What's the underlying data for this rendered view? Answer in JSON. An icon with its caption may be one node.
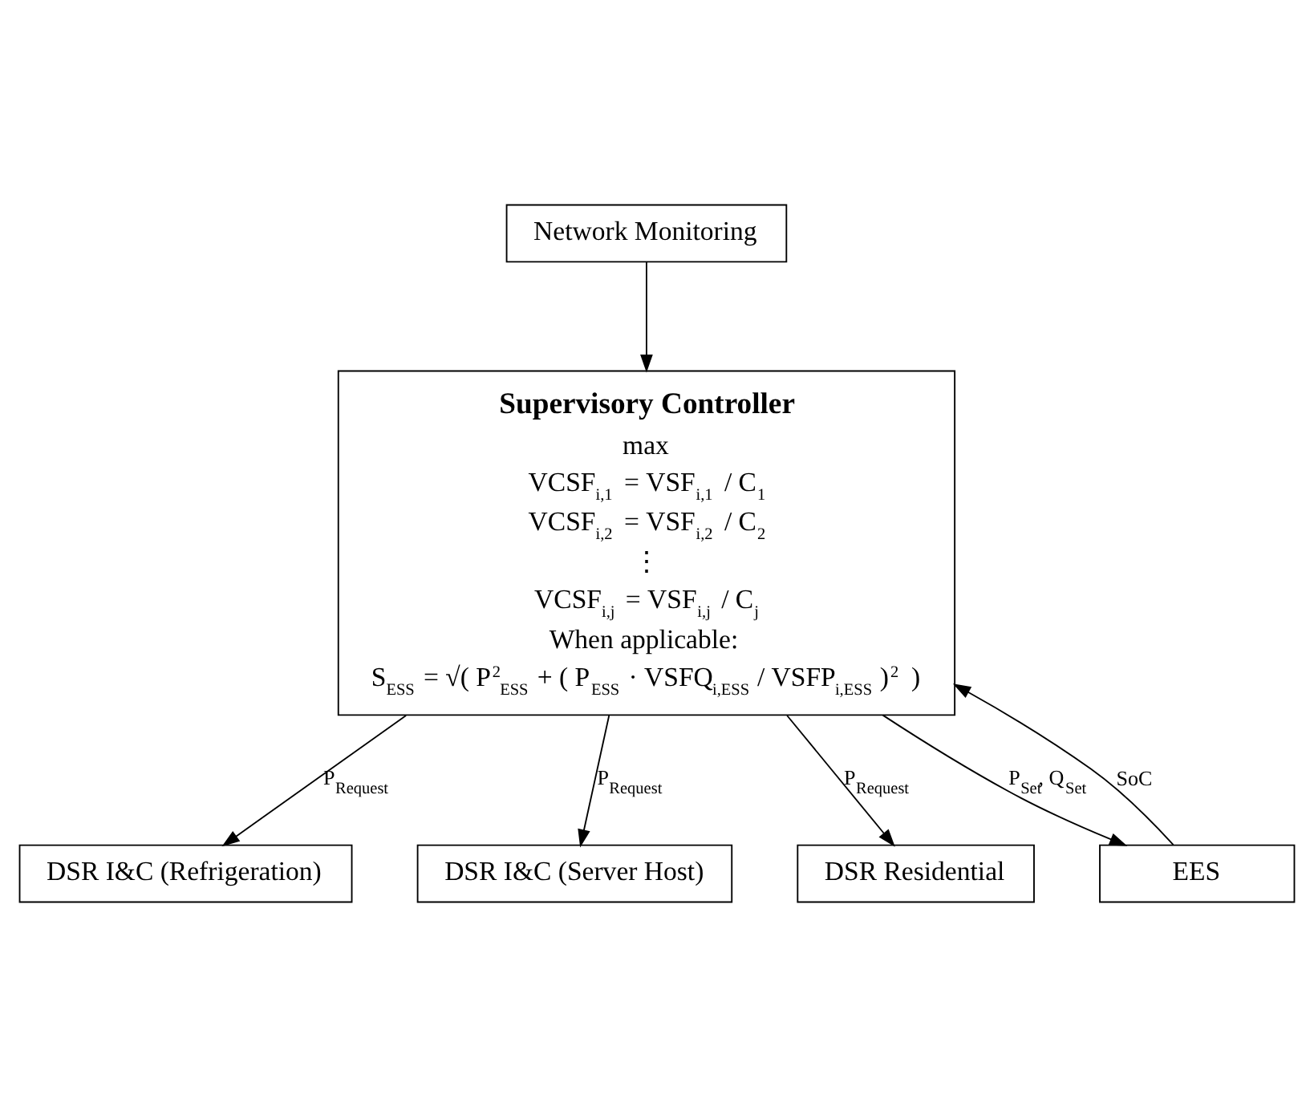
{
  "diagram": {
    "nodes": [
      {
        "text": [
          "Network Monitoring"
        ]
      },
      {
        "text": [
          "Supervisory Controller",
          "max",
          "VCSF$_{i,1}$ = VSF$_{i,1}$ / C$_{1}$",
          "VCSF$_{i,2}$ = VSF$_{i,2}$ / C$_{2}$",
          "⋮",
          "VCSF$_{i,j}$ = VSF$_{i,j}$ / C$_{j}$",
          "When applicable:",
          "S$_{ESS}$ = √( P$^{2}$$_{ESS}$ + ( P$_{ESS}$ · VSFQ$_{i,ESS}$ / VSFP$_{i,ESS}$ )$^{2}$ )"
        ]
      },
      {
        "text": [
          "DSR I&C (Refrigeration)"
        ]
      },
      {
        "text": [
          "DSR I&C (Server Host)"
        ]
      },
      {
        "text": [
          "DSR Residential"
        ]
      },
      {
        "text": [
          "EES"
        ]
      }
    ],
    "edges": [
      {
        "from": 0,
        "to": 1,
        "arrow": "to"
      },
      {
        "from": 1,
        "to": 2,
        "arrow": "to",
        "label": "P$_{Request}$"
      },
      {
        "from": 1,
        "to": 3,
        "arrow": "to",
        "label": "P$_{Request}$"
      },
      {
        "from": 1,
        "to": 4,
        "arrow": "to",
        "label": "P$_{Request}$"
      },
      {
        "from": 5,
        "to": 1,
        "arrow": "to",
        "label": "SoC"
      },
      {
        "from": 1,
        "to": 5,
        "arrow": "to",
        "label": "P$_{Set}$, Q$_{Set}$"
      }
    ]
  }
}
